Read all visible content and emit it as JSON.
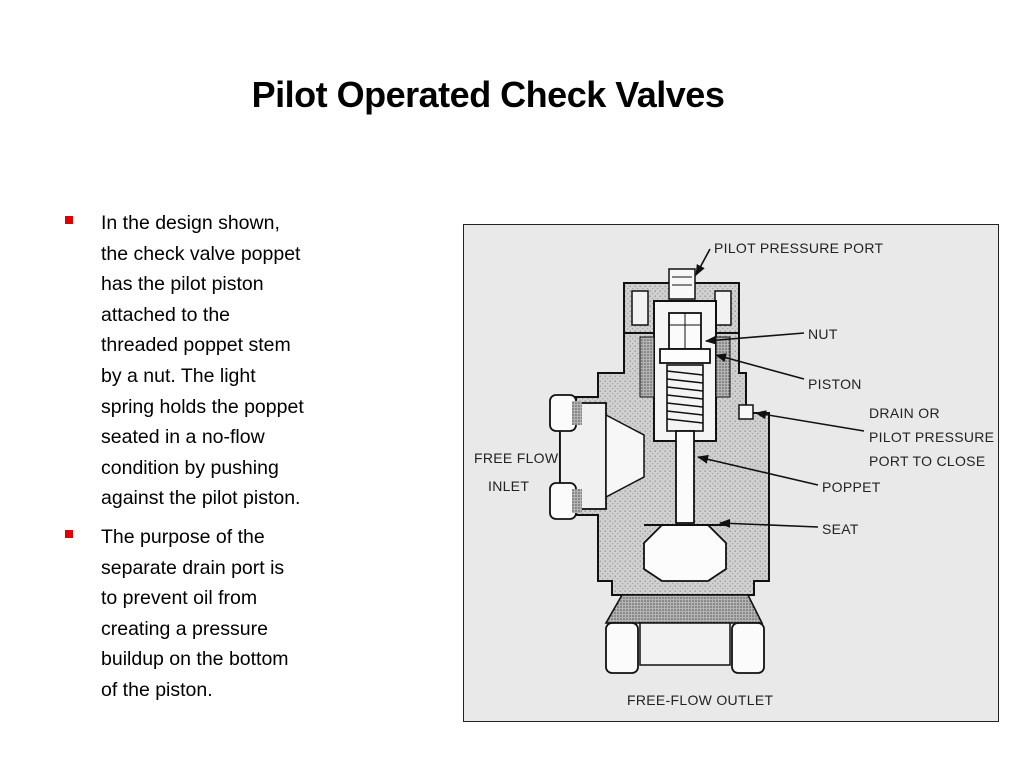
{
  "slide": {
    "title": "Pilot Operated Check Valves",
    "bullets": [
      [
        "In the design shown,",
        "the check valve poppet",
        "has the pilot piston",
        "attached to the",
        "threaded poppet stem",
        "by a nut.  The light",
        "spring holds the poppet",
        "seated in a no-flow",
        "condition by pushing",
        "against the pilot piston."
      ],
      [
        "The purpose of the",
        "separate drain port is",
        "to prevent oil from",
        "creating a pressure",
        "buildup on the bottom",
        "of the piston."
      ]
    ]
  },
  "diagram": {
    "labels": {
      "pilot_pressure_port": "PILOT PRESSURE PORT",
      "nut": "NUT",
      "piston": "PISTON",
      "drain_1": "DRAIN OR",
      "drain_2": "PILOT PRESSURE",
      "drain_3": "PORT TO CLOSE",
      "inlet_1": "FREE FLOW",
      "inlet_2": "INLET",
      "poppet": "POPPET",
      "seat": "SEAT",
      "outlet": "FREE-FLOW OUTLET"
    },
    "colors": {
      "body_fill": "#d0d0d0",
      "stipple": "#9a9a9a",
      "bore_fill": "#f7f7f7",
      "outline": "#111111",
      "bullet": "#e00000"
    }
  }
}
